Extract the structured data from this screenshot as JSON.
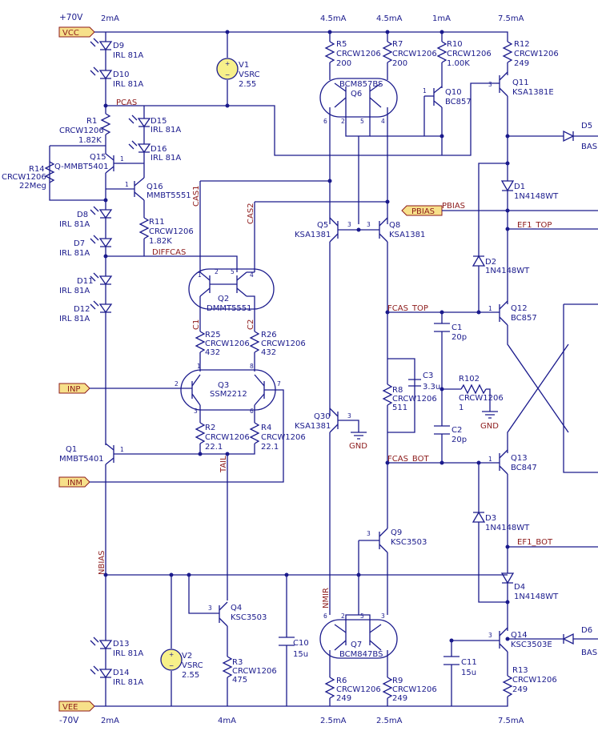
{
  "rails": {
    "vcc_voltage": "+70V",
    "vee_voltage": "-70V"
  },
  "ports": {
    "vcc": "VCC",
    "vee": "VEE",
    "inp": "INP",
    "inm": "INM",
    "pbias": "PBIAS"
  },
  "currents": {
    "top": [
      "2mA",
      "4.5mA",
      "4.5mA",
      "1mA",
      "7.5mA"
    ],
    "bottom": [
      "2mA",
      "4mA",
      "2.5mA",
      "2.5mA",
      "7.5mA"
    ]
  },
  "nets": {
    "pcas": "PCAS",
    "diffcas": "DIFFCAS",
    "cas1": "CAS1",
    "cas2": "CAS2",
    "c1": "C1",
    "c2": "C2",
    "tail": "TAIL",
    "nbias": "NBIAS",
    "nmir": "NMIR",
    "pbias": "PBIAS",
    "fcas_top": "FCAS_TOP",
    "fcas_bot": "FCAS_BOT",
    "ef1_top": "EF1_TOP",
    "ef1_bot": "EF1_BOT"
  },
  "components": {
    "R1": [
      "R1",
      "CRCW1206",
      "1.82K"
    ],
    "R2": [
      "R2",
      "CRCW1206",
      "22.1"
    ],
    "R3": [
      "R3",
      "CRCW1206",
      "475"
    ],
    "R4": [
      "R4",
      "CRCW1206",
      "22.1"
    ],
    "R5": [
      "R5",
      "CRCW1206",
      "200"
    ],
    "R6": [
      "R6",
      "CRCW1206",
      "249"
    ],
    "R7": [
      "R7",
      "CRCW1206",
      "200"
    ],
    "R8": [
      "R8",
      "CRCW1206",
      "511"
    ],
    "R9": [
      "R9",
      "CRCW1206",
      "249"
    ],
    "R10": [
      "R10",
      "CRCW1206",
      "1.00K"
    ],
    "R11": [
      "R11",
      "CRCW1206",
      "1.82K"
    ],
    "R12": [
      "R12",
      "CRCW1206",
      "249"
    ],
    "R13": [
      "R13",
      "CRCW1206",
      "249"
    ],
    "R14": [
      "R14",
      "CRCW1206",
      "22Meg"
    ],
    "R25": [
      "R25",
      "CRCW1206",
      "432"
    ],
    "R26": [
      "R26",
      "CRCW1206",
      "432"
    ],
    "R102": [
      "R102",
      "CRCW1206",
      "1"
    ],
    "V1": [
      "V1",
      "VSRC",
      "2.55"
    ],
    "V2": [
      "V2",
      "VSRC",
      "2.55"
    ],
    "C1": [
      "C1",
      "20p"
    ],
    "C2": [
      "C2",
      "20p"
    ],
    "C3": [
      "C3",
      "3.3u"
    ],
    "C10": [
      "C10",
      "15u"
    ],
    "C11": [
      "C11",
      "15u"
    ],
    "Q1": [
      "Q1",
      "MMBT5401"
    ],
    "Q2": [
      "Q2",
      "DMMT5551"
    ],
    "Q3": [
      "Q3",
      "SSM2212"
    ],
    "Q4": [
      "Q4",
      "KSC3503"
    ],
    "Q5": [
      "Q5",
      "KSA1381"
    ],
    "Q6": [
      "Q6",
      "BCM857BS"
    ],
    "Q7": [
      "Q7",
      "BCM847BS"
    ],
    "Q8": [
      "Q8",
      "KSA1381"
    ],
    "Q9": [
      "Q9",
      "KSC3503"
    ],
    "Q10": [
      "Q10",
      "BC857"
    ],
    "Q11": [
      "Q11",
      "KSA1381E"
    ],
    "Q12": [
      "Q12",
      "BC857"
    ],
    "Q13": [
      "Q13",
      "BC847"
    ],
    "Q14": [
      "Q14",
      "KSC3503E"
    ],
    "Q15": [
      "Q15",
      "Q-MMBT5401"
    ],
    "Q16": [
      "Q16",
      "MMBT5551"
    ],
    "Q30": [
      "Q30",
      "KSA1381"
    ],
    "D1": [
      "D1",
      "1N4148WT"
    ],
    "D2": [
      "D2",
      "1N4148WT"
    ],
    "D3": [
      "D3",
      "1N4148WT"
    ],
    "D4": [
      "D4",
      "1N4148WT"
    ],
    "D5": [
      "D5",
      "BAS"
    ],
    "D6": [
      "D6",
      "BAS"
    ],
    "D7": [
      "D7",
      "IRL 81A"
    ],
    "D8": [
      "D8",
      "IRL 81A"
    ],
    "D9": [
      "D9",
      "IRL 81A"
    ],
    "D10": [
      "D10",
      "IRL 81A"
    ],
    "D11": [
      "D11",
      "IRL 81A"
    ],
    "D12": [
      "D12",
      "IRL 81A"
    ],
    "D13": [
      "D13",
      "IRL 81A"
    ],
    "D14": [
      "D14",
      "IRL 81A"
    ],
    "D15": [
      "D15",
      "IRL 81A"
    ],
    "D16": [
      "D16",
      "IRL 81A"
    ]
  },
  "gnd": {
    "label": "GND"
  },
  "colors": {
    "wire": "#1a1a8c",
    "net_label": "#8c1a1a",
    "port_fill": "#f7e08a"
  }
}
